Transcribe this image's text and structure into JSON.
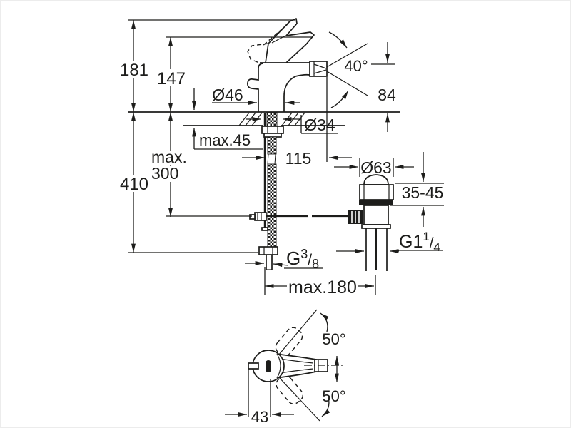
{
  "meta": {
    "type": "technical-drawing",
    "subject": "single-lever bidet mixer with pop-up waste",
    "background_color": "#ffffff",
    "line_color": "#1d1d1b"
  },
  "labels": {
    "height_to_lever_tip": "181",
    "height_to_lever": "147",
    "body_diameter": "Ø46",
    "spray_angle": "40°",
    "outlet_height": "84",
    "mounting_thickness": "max.45",
    "hole_diameter": "Ø34",
    "outlet_reach": "115",
    "depth_below_deck": "410",
    "hose_reach_line1": "max.",
    "hose_reach_line2": "300",
    "waste_flange_diameter": "Ø63",
    "waste_clamping_range": "35-45",
    "supply_thread": {
      "g": "G",
      "numerator": "3",
      "slash": "/",
      "denominator": "8"
    },
    "waste_thread": {
      "g": "G1",
      "numerator": "1",
      "slash": "/",
      "denominator": "4"
    },
    "rod_length": "max.180",
    "swivel_angle_up": "50°",
    "swivel_angle_down": "50°",
    "lever_offset": "43"
  }
}
